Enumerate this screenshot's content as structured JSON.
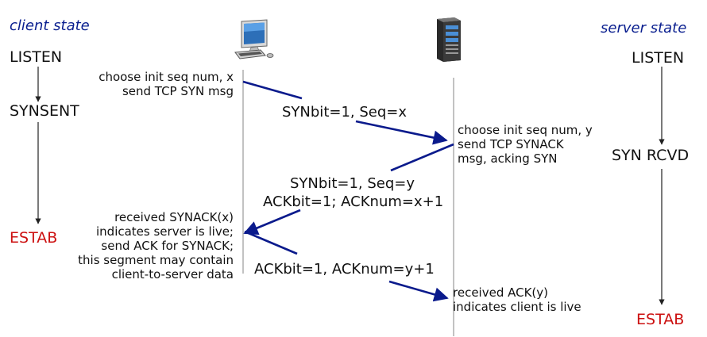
{
  "headers": {
    "client": "client state",
    "server": "server state"
  },
  "client_states": {
    "listen": "LISTEN",
    "synsent": "SYNSENT",
    "estab": "ESTAB"
  },
  "server_states": {
    "listen": "LISTEN",
    "synrcvd": "SYN RCVD",
    "estab": "ESTAB"
  },
  "client_notes": {
    "init": [
      "choose init seq num, x",
      "send TCP SYN msg"
    ],
    "synack_received": [
      "received SYNACK(x)",
      "indicates server is live;",
      "send ACK for SYNACK;",
      "this segment may contain",
      "client-to-server data"
    ]
  },
  "server_notes": {
    "init": [
      "choose init seq num, y",
      "send TCP SYNACK",
      "msg, acking SYN"
    ],
    "ack_received": [
      "received ACK(y)",
      "indicates client is live"
    ]
  },
  "messages": {
    "syn": "SYNbit=1, Seq=x",
    "synack_1": "SYNbit=1, Seq=y",
    "synack_2": "ACKbit=1; ACKnum=x+1",
    "ack": "ACKbit=1, ACKnum=y+1"
  },
  "icons": {
    "client": "desktop-computer-icon",
    "server": "server-tower-icon"
  },
  "colors": {
    "arrow": "#0a1a8c",
    "header": "#0a1f8f",
    "estab": "#cc1111",
    "timeline": "#9a9a9a"
  }
}
